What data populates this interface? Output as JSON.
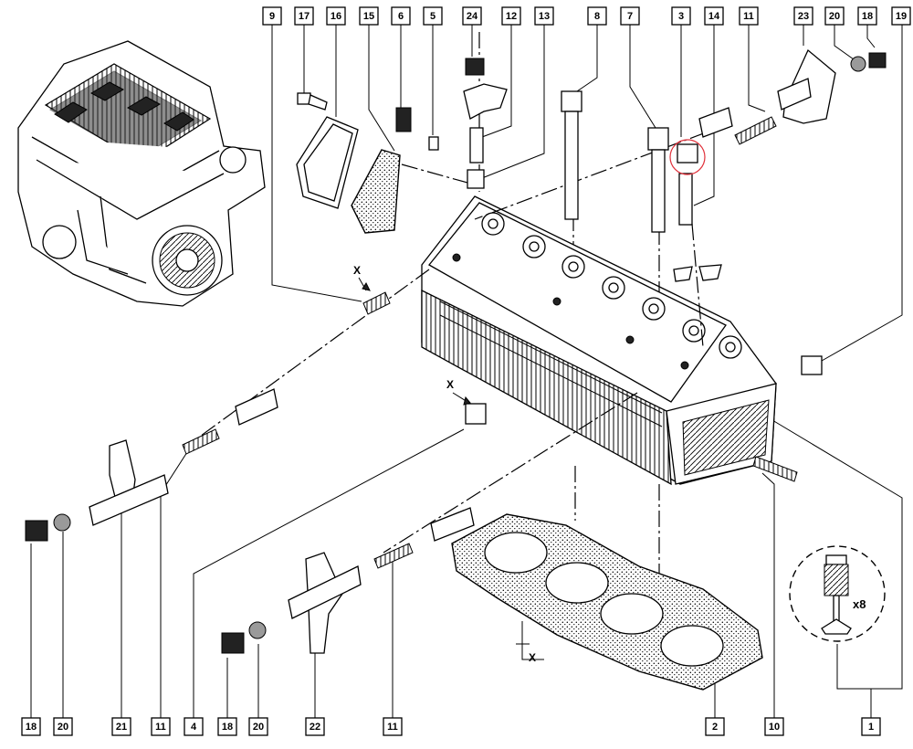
{
  "callouts_top": [
    "9",
    "17",
    "16",
    "15",
    "6",
    "5",
    "24",
    "12",
    "13",
    "8",
    "7",
    "3",
    "14",
    "11",
    "23",
    "20",
    "18",
    "19"
  ],
  "callouts_bottom": [
    "18",
    "20",
    "21",
    "11",
    "4",
    "18",
    "20",
    "22",
    "11",
    "2",
    "10",
    "1"
  ],
  "section_marks": [
    "X",
    "X",
    "X"
  ],
  "quantity_label": "x8",
  "highlight_color": "#e0303a"
}
